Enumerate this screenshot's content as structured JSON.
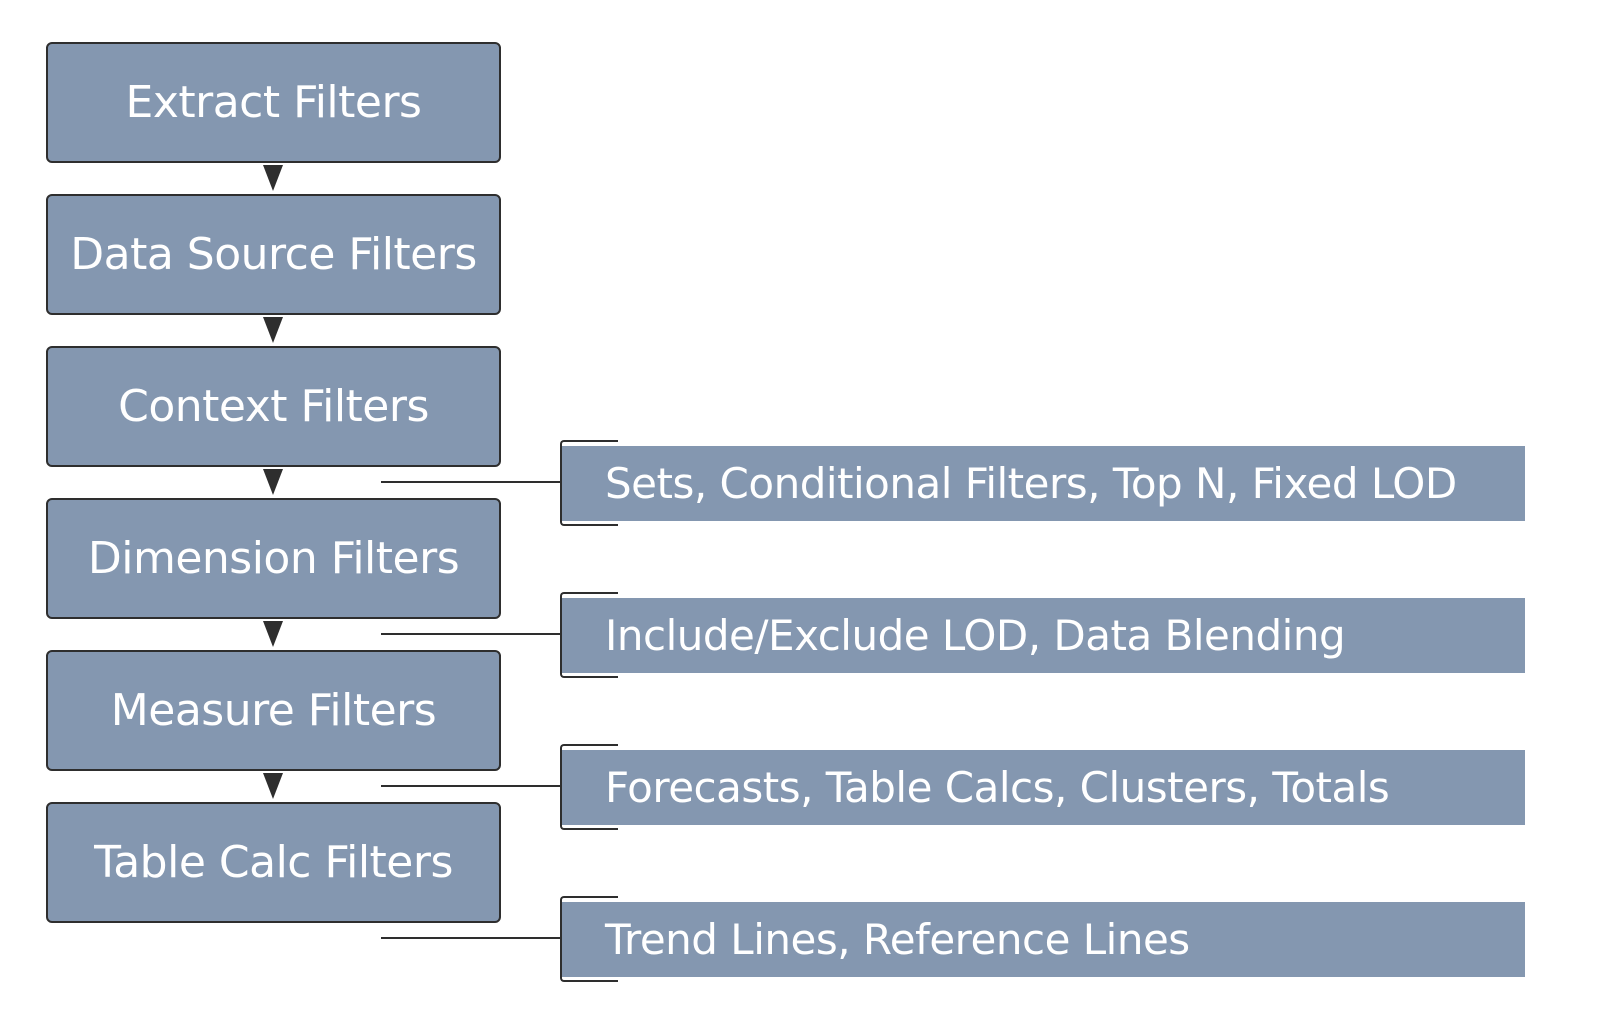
{
  "diagram": {
    "steps": [
      {
        "label": "Extract Filters"
      },
      {
        "label": "Data Source Filters"
      },
      {
        "label": "Context Filters"
      },
      {
        "label": "Dimension Filters"
      },
      {
        "label": "Measure Filters"
      },
      {
        "label": "Table Calc Filters"
      }
    ],
    "notes": [
      {
        "label": "Sets, Conditional Filters, Top N, Fixed LOD"
      },
      {
        "label": "Include/Exclude LOD, Data Blending"
      },
      {
        "label": "Forecasts, Table Calcs, Clusters, Totals"
      },
      {
        "label": "Trend Lines, Reference Lines"
      }
    ],
    "colors": {
      "box_fill": "#8497b0",
      "border": "#2e2e2e",
      "text": "#ffffff"
    }
  }
}
